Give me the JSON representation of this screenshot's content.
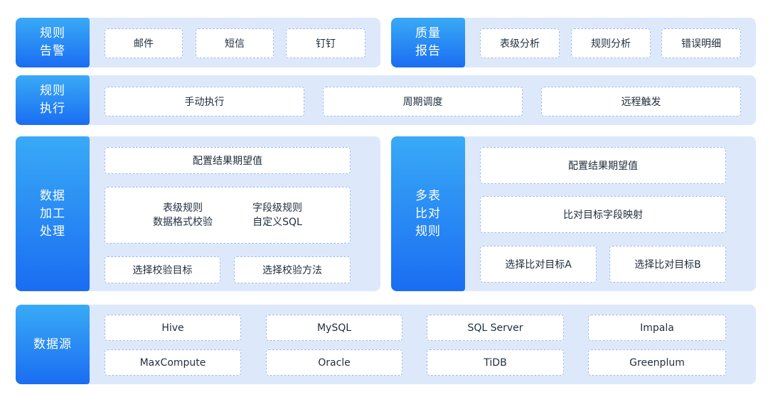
{
  "alert": {
    "title": [
      "规则",
      "告警"
    ],
    "items": [
      "邮件",
      "短信",
      "钉钉"
    ]
  },
  "report": {
    "title": [
      "质量",
      "报告"
    ],
    "items": [
      "表级分析",
      "规则分析",
      "错误明细"
    ]
  },
  "execution": {
    "title": [
      "规则",
      "执行"
    ],
    "items": [
      "手动执行",
      "周期调度",
      "远程触发"
    ]
  },
  "processing": {
    "title": [
      "数据",
      "加工",
      "处理"
    ],
    "expected": "配置结果期望值",
    "rules": {
      "left": [
        "表级规则",
        "数据格式校验"
      ],
      "right": [
        "字段级规则",
        "自定义SQL"
      ]
    },
    "select_target": "选择校验目标",
    "select_method": "选择校验方法"
  },
  "multi_table": {
    "title": [
      "多表",
      "比对",
      "规则"
    ],
    "expected": "配置结果期望值",
    "mapping": "比对目标字段映射",
    "target_a": "选择比对目标A",
    "target_b": "选择比对目标B"
  },
  "datasource": {
    "title": "数据源",
    "items": [
      "Hive",
      "MySQL",
      "SQL Server",
      "Impala",
      "MaxCompute",
      "Oracle",
      "TiDB",
      "Greenplum"
    ]
  }
}
